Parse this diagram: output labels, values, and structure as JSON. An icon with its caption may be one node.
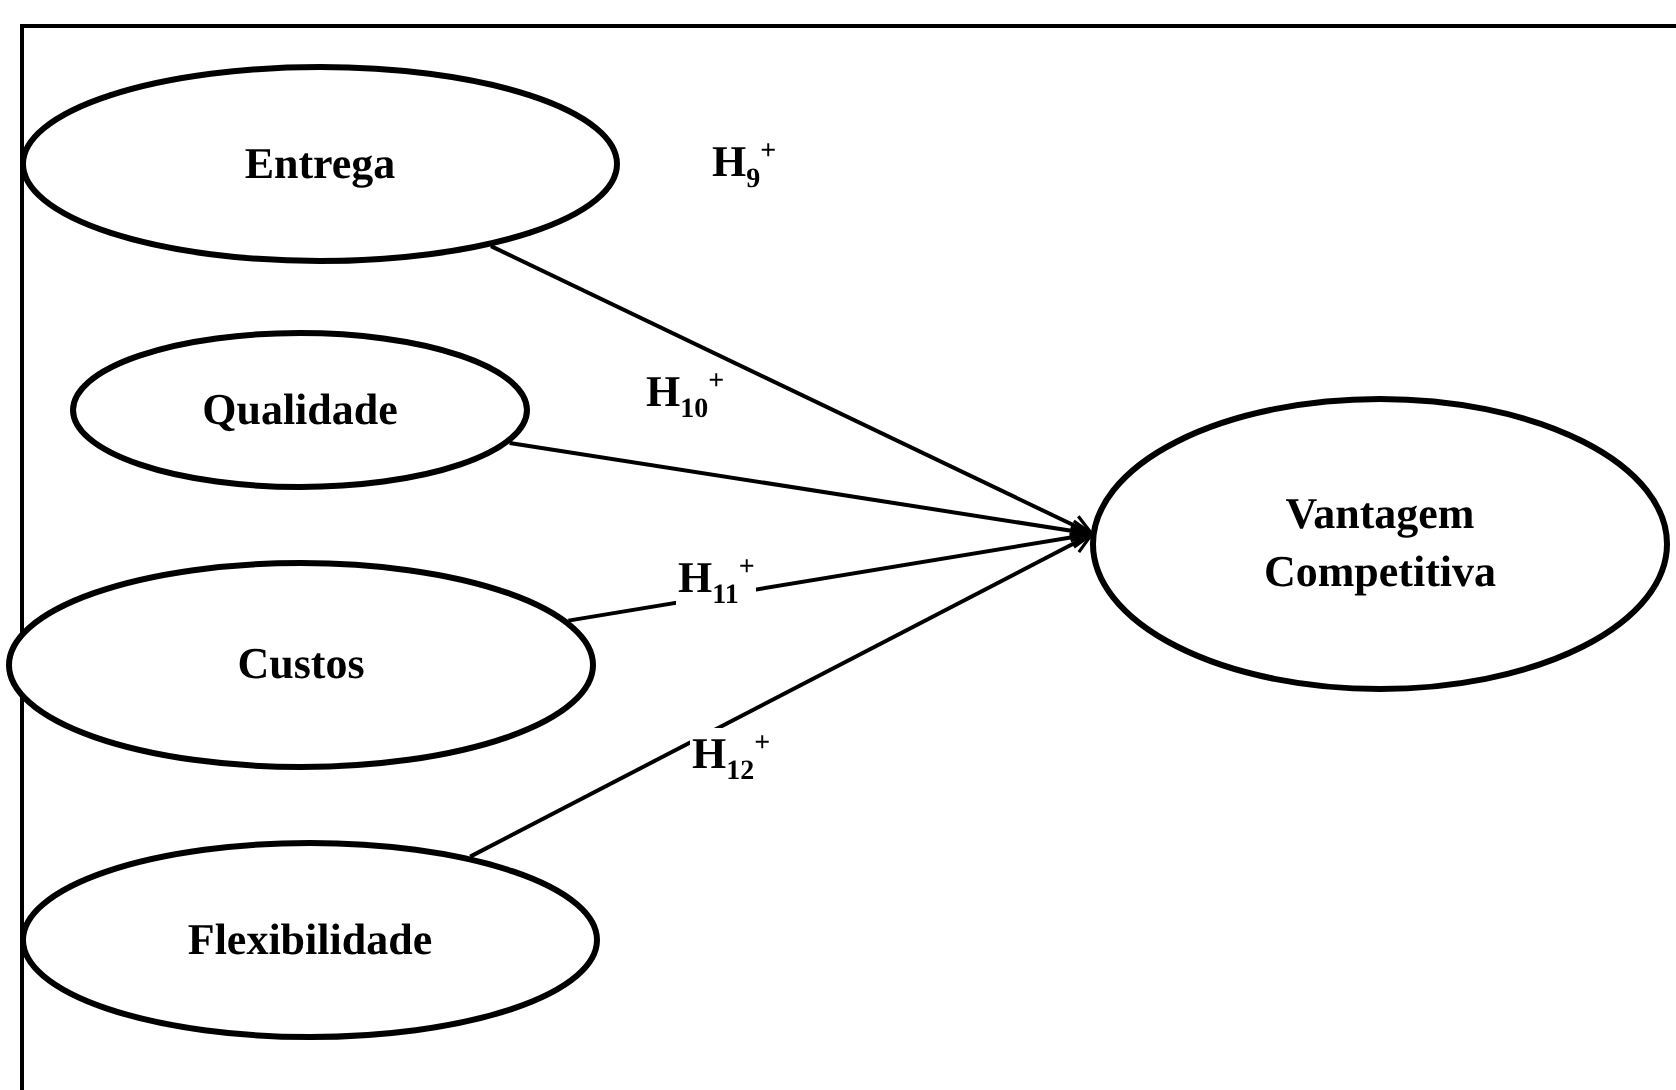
{
  "diagram": {
    "nodes": [
      {
        "text": [
          "Entrega"
        ]
      },
      {
        "text": [
          "Qualidade"
        ]
      },
      {
        "text": [
          "Custos"
        ]
      },
      {
        "text": [
          "Flexibilidade"
        ]
      },
      {
        "text": [
          "Vantagem Competitiva"
        ]
      }
    ],
    "edges": [
      {
        "from": 0,
        "to": 4,
        "arrow": "to",
        "label": "H$_{9}$$^{+}$"
      },
      {
        "from": 1,
        "to": 4,
        "arrow": "to",
        "label": "H$_{10}$$^{+}$"
      },
      {
        "from": 2,
        "to": 4,
        "arrow": "to",
        "label": "H$_{11}$$^{+}$"
      },
      {
        "from": 3,
        "to": 4,
        "arrow": "to",
        "label": "H$_{12}$$^{+}$"
      }
    ]
  }
}
